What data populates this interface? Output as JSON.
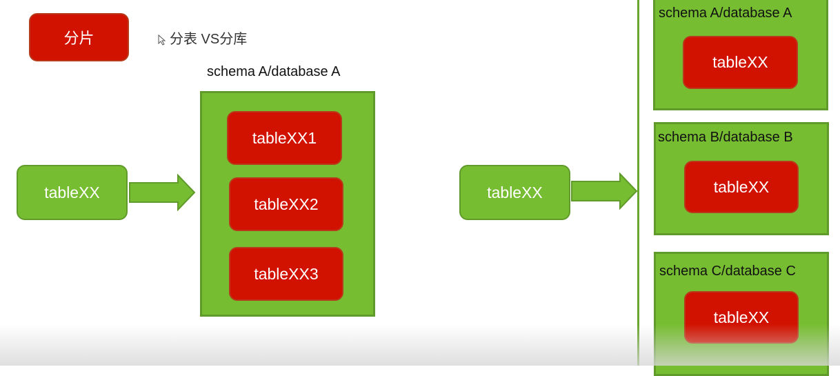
{
  "header": {
    "badge": "分片",
    "title": "分表 VS分库"
  },
  "left_diagram": {
    "source": "tableXX",
    "schema_label": "schema A/database A",
    "tables": [
      "tableXX1",
      "tableXX2",
      "tableXX3"
    ]
  },
  "right_diagram": {
    "source": "tableXX",
    "schemas": [
      {
        "label": "schema A/database A",
        "table": "tableXX"
      },
      {
        "label": "schema B/database B",
        "table": "tableXX"
      },
      {
        "label": "schema C/database C",
        "table": "tableXX"
      }
    ]
  },
  "colors": {
    "red": "#d11200",
    "green": "#77bd32",
    "green_border": "#5f9a2a"
  }
}
